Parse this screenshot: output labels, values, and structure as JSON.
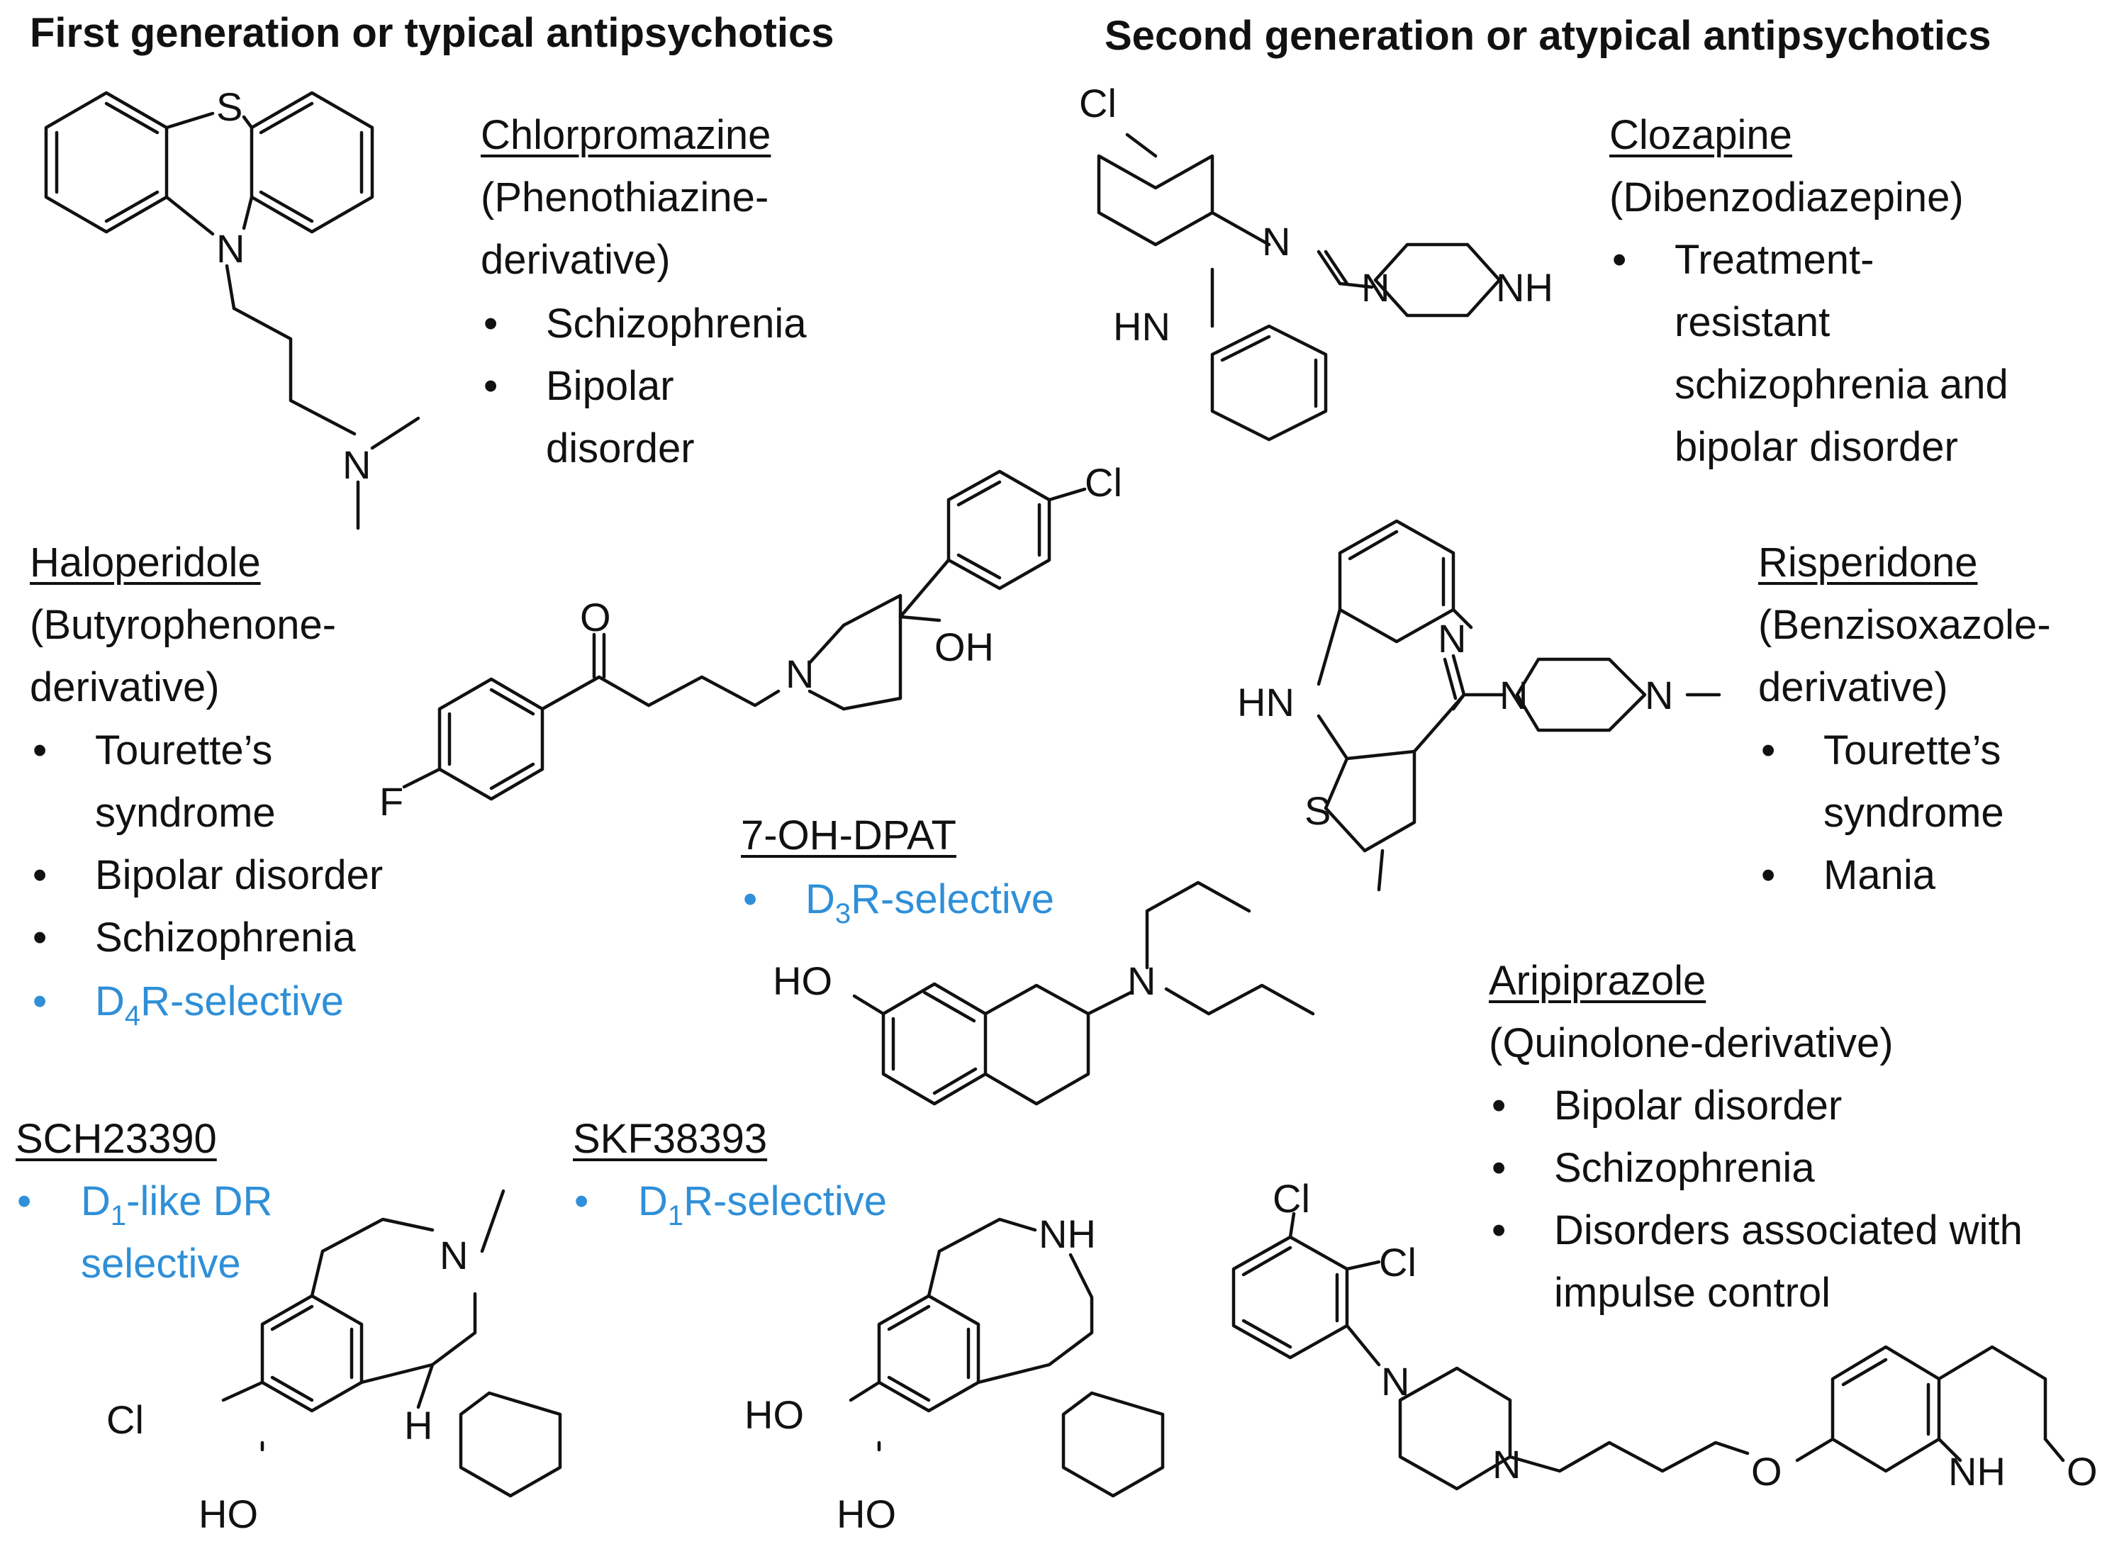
{
  "headers": {
    "first_gen": "First generation or typical antipsychotics",
    "second_gen": "Second generation or atypical antipsychotics"
  },
  "drugs": {
    "chlorpromazine": {
      "name": "Chlorpromazine",
      "class_line1": "(Phenothiazine-",
      "class_line2": "derivative)",
      "uses": [
        "Schizophrenia",
        "Bipolar",
        "disorder"
      ]
    },
    "haloperidol": {
      "name": "Haloperidole",
      "class_line1": "(Butyrophenone-",
      "class_line2": "derivative)",
      "uses": [
        "Tourette’s",
        "syndrome",
        "Bipolar disorder",
        "Schizophrenia"
      ],
      "selectivity_prefix": "D",
      "selectivity_sub": "4",
      "selectivity_suffix": "R-selective"
    },
    "oh_dpat": {
      "name": "7-OH-DPAT",
      "selectivity_prefix": "D",
      "selectivity_sub": "3",
      "selectivity_suffix": "R-selective"
    },
    "sch23390": {
      "name": "SCH23390",
      "selectivity_prefix": "D",
      "selectivity_sub": "1",
      "selectivity_suffix": "-like DR",
      "selectivity_line2": "selective"
    },
    "skf38393": {
      "name": "SKF38393",
      "selectivity_prefix": "D",
      "selectivity_sub": "1",
      "selectivity_suffix": "R-selective"
    },
    "clozapine": {
      "name": "Clozapine",
      "class_line1": "(Dibenzodiazepine)",
      "uses": [
        "Treatment-",
        "resistant",
        "schizophrenia and",
        "bipolar disorder"
      ]
    },
    "risperidone": {
      "name": "Risperidone",
      "class_line1": "(Benzisoxazole-",
      "class_line2": "derivative)",
      "uses": [
        "Tourette’s",
        "syndrome",
        "Mania"
      ]
    },
    "aripiprazole": {
      "name": "Aripiprazole",
      "class_line1": "(Quinolone-derivative)",
      "uses": [
        "Bipolar disorder",
        "Schizophrenia",
        "Disorders associated with",
        "impulse control"
      ]
    }
  },
  "bullet": "•",
  "atoms": {
    "S": "S",
    "N": "N",
    "O": "O",
    "F": "F",
    "Cl": "Cl",
    "H": "H",
    "NH": "NH",
    "HN": "HN",
    "OH": "OH",
    "HO": "HO"
  },
  "colors": {
    "text": "#111111",
    "selectivity_blue": "#2f8fd8",
    "background": "#ffffff"
  }
}
